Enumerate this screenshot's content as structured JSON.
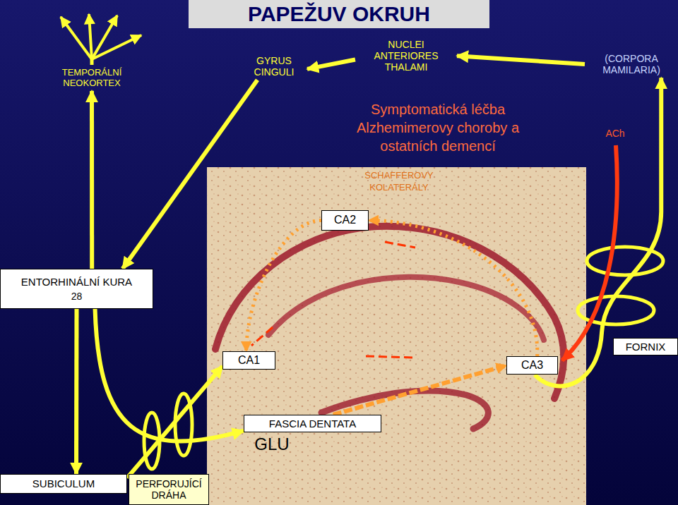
{
  "diagram": {
    "title": "PAPEŽUV OKRUH",
    "nodes": [
      {
        "text": [
          "TEMPORÁLNÍ NEOKORTEX"
        ]
      },
      {
        "text": [
          "GYRUS CINGULI"
        ]
      },
      {
        "text": [
          "NUCLEI ANTERIORES THALAMI"
        ]
      },
      {
        "text": [
          "(CORPORA MAMILARIA)"
        ]
      },
      {
        "text": [
          "CA2"
        ]
      },
      {
        "text": [
          "ENTORHINÁLNÍ KURA",
          "28"
        ]
      },
      {
        "text": [
          "CA1"
        ]
      },
      {
        "text": [
          "CA3"
        ]
      },
      {
        "text": [
          "FORNIX"
        ]
      },
      {
        "text": [
          "FASCIA DENTATA"
        ]
      },
      {
        "text": [
          "SUBICULUM"
        ]
      },
      {
        "text": [
          "PERFORUJÍCÍ DRÁHA"
        ]
      }
    ],
    "edges": [
      {
        "from": 3,
        "to": 2,
        "arrow": "to"
      },
      {
        "from": 2,
        "to": 1,
        "arrow": "to"
      },
      {
        "from": 1,
        "to": 5,
        "arrow": "to"
      },
      {
        "from": 5,
        "to": 0,
        "arrow": "to"
      },
      {
        "from": 5,
        "to": 10,
        "arrow": "to"
      },
      {
        "from": 5,
        "to": 9,
        "arrow": "to"
      },
      {
        "from": 10,
        "to": 6,
        "arrow": "to"
      },
      {
        "from": 9,
        "to": 7,
        "arrow": "to"
      },
      {
        "from": 7,
        "to": 4,
        "arrow": "to"
      },
      {
        "from": 4,
        "to": 6,
        "arrow": "to"
      },
      {
        "from": 7,
        "to": 3,
        "arrow": "to"
      }
    ],
    "labels": [
      "Symptomatická léčba Alzhemimerovy choroby a ostatních demencí",
      "ACh",
      "SCHAFFEROVY KOLATERÁLY",
      "GLU"
    ]
  }
}
